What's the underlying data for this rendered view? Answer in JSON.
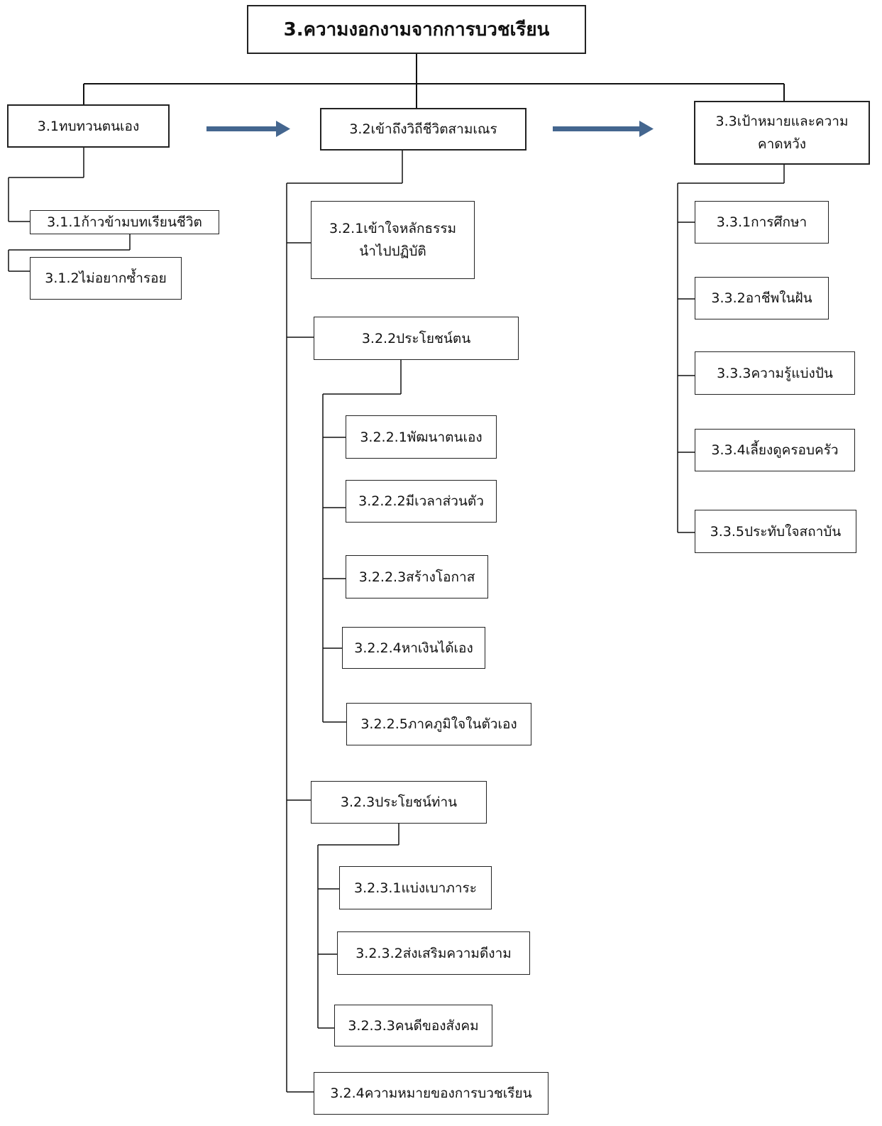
{
  "root": "3.ความงอกงามจากการบวชเรียน",
  "branch1": {
    "title": "3.1ทบทวนตนเอง",
    "items": [
      "3.1.1ก้าวข้ามบทเรียนชีวิต",
      "3.1.2ไม่อยากซ้ำรอย"
    ]
  },
  "branch2": {
    "title": "3.2เข้าถึงวิถีชีวิตสามเณร",
    "item1": "3.2.1เข้าใจหลักธรรม\nนำไปปฏิบัติ",
    "item2": "3.2.2ประโยชน์ตน",
    "item2_children": [
      "3.2.2.1พัฒนาตนเอง",
      "3.2.2.2มีเวลาส่วนตัว",
      "3.2.2.3สร้างโอกาส",
      "3.2.2.4หาเงินได้เอง",
      "3.2.2.5ภาคภูมิใจในตัวเอง"
    ],
    "item3": "3.2.3ประโยชน์ท่าน",
    "item3_children": [
      "3.2.3.1แบ่งเบาภาระ",
      "3.2.3.2ส่งเสริมความดีงาม",
      "3.2.3.3คนดีของสังคม"
    ],
    "item4": "3.2.4ความหมายของการบวชเรียน"
  },
  "branch3": {
    "title": "3.3เป้าหมายและความ\nคาดหวัง",
    "items": [
      "3.3.1การศึกษา",
      "3.3.2อาชีพในฝัน",
      "3.3.3ความรู้แบ่งปัน",
      "3.3.4เลี้ยงดูครอบครัว",
      "3.3.5ประทับใจสถาบัน"
    ]
  },
  "colors": {
    "arrow": "#44668f",
    "line": "#111111"
  }
}
